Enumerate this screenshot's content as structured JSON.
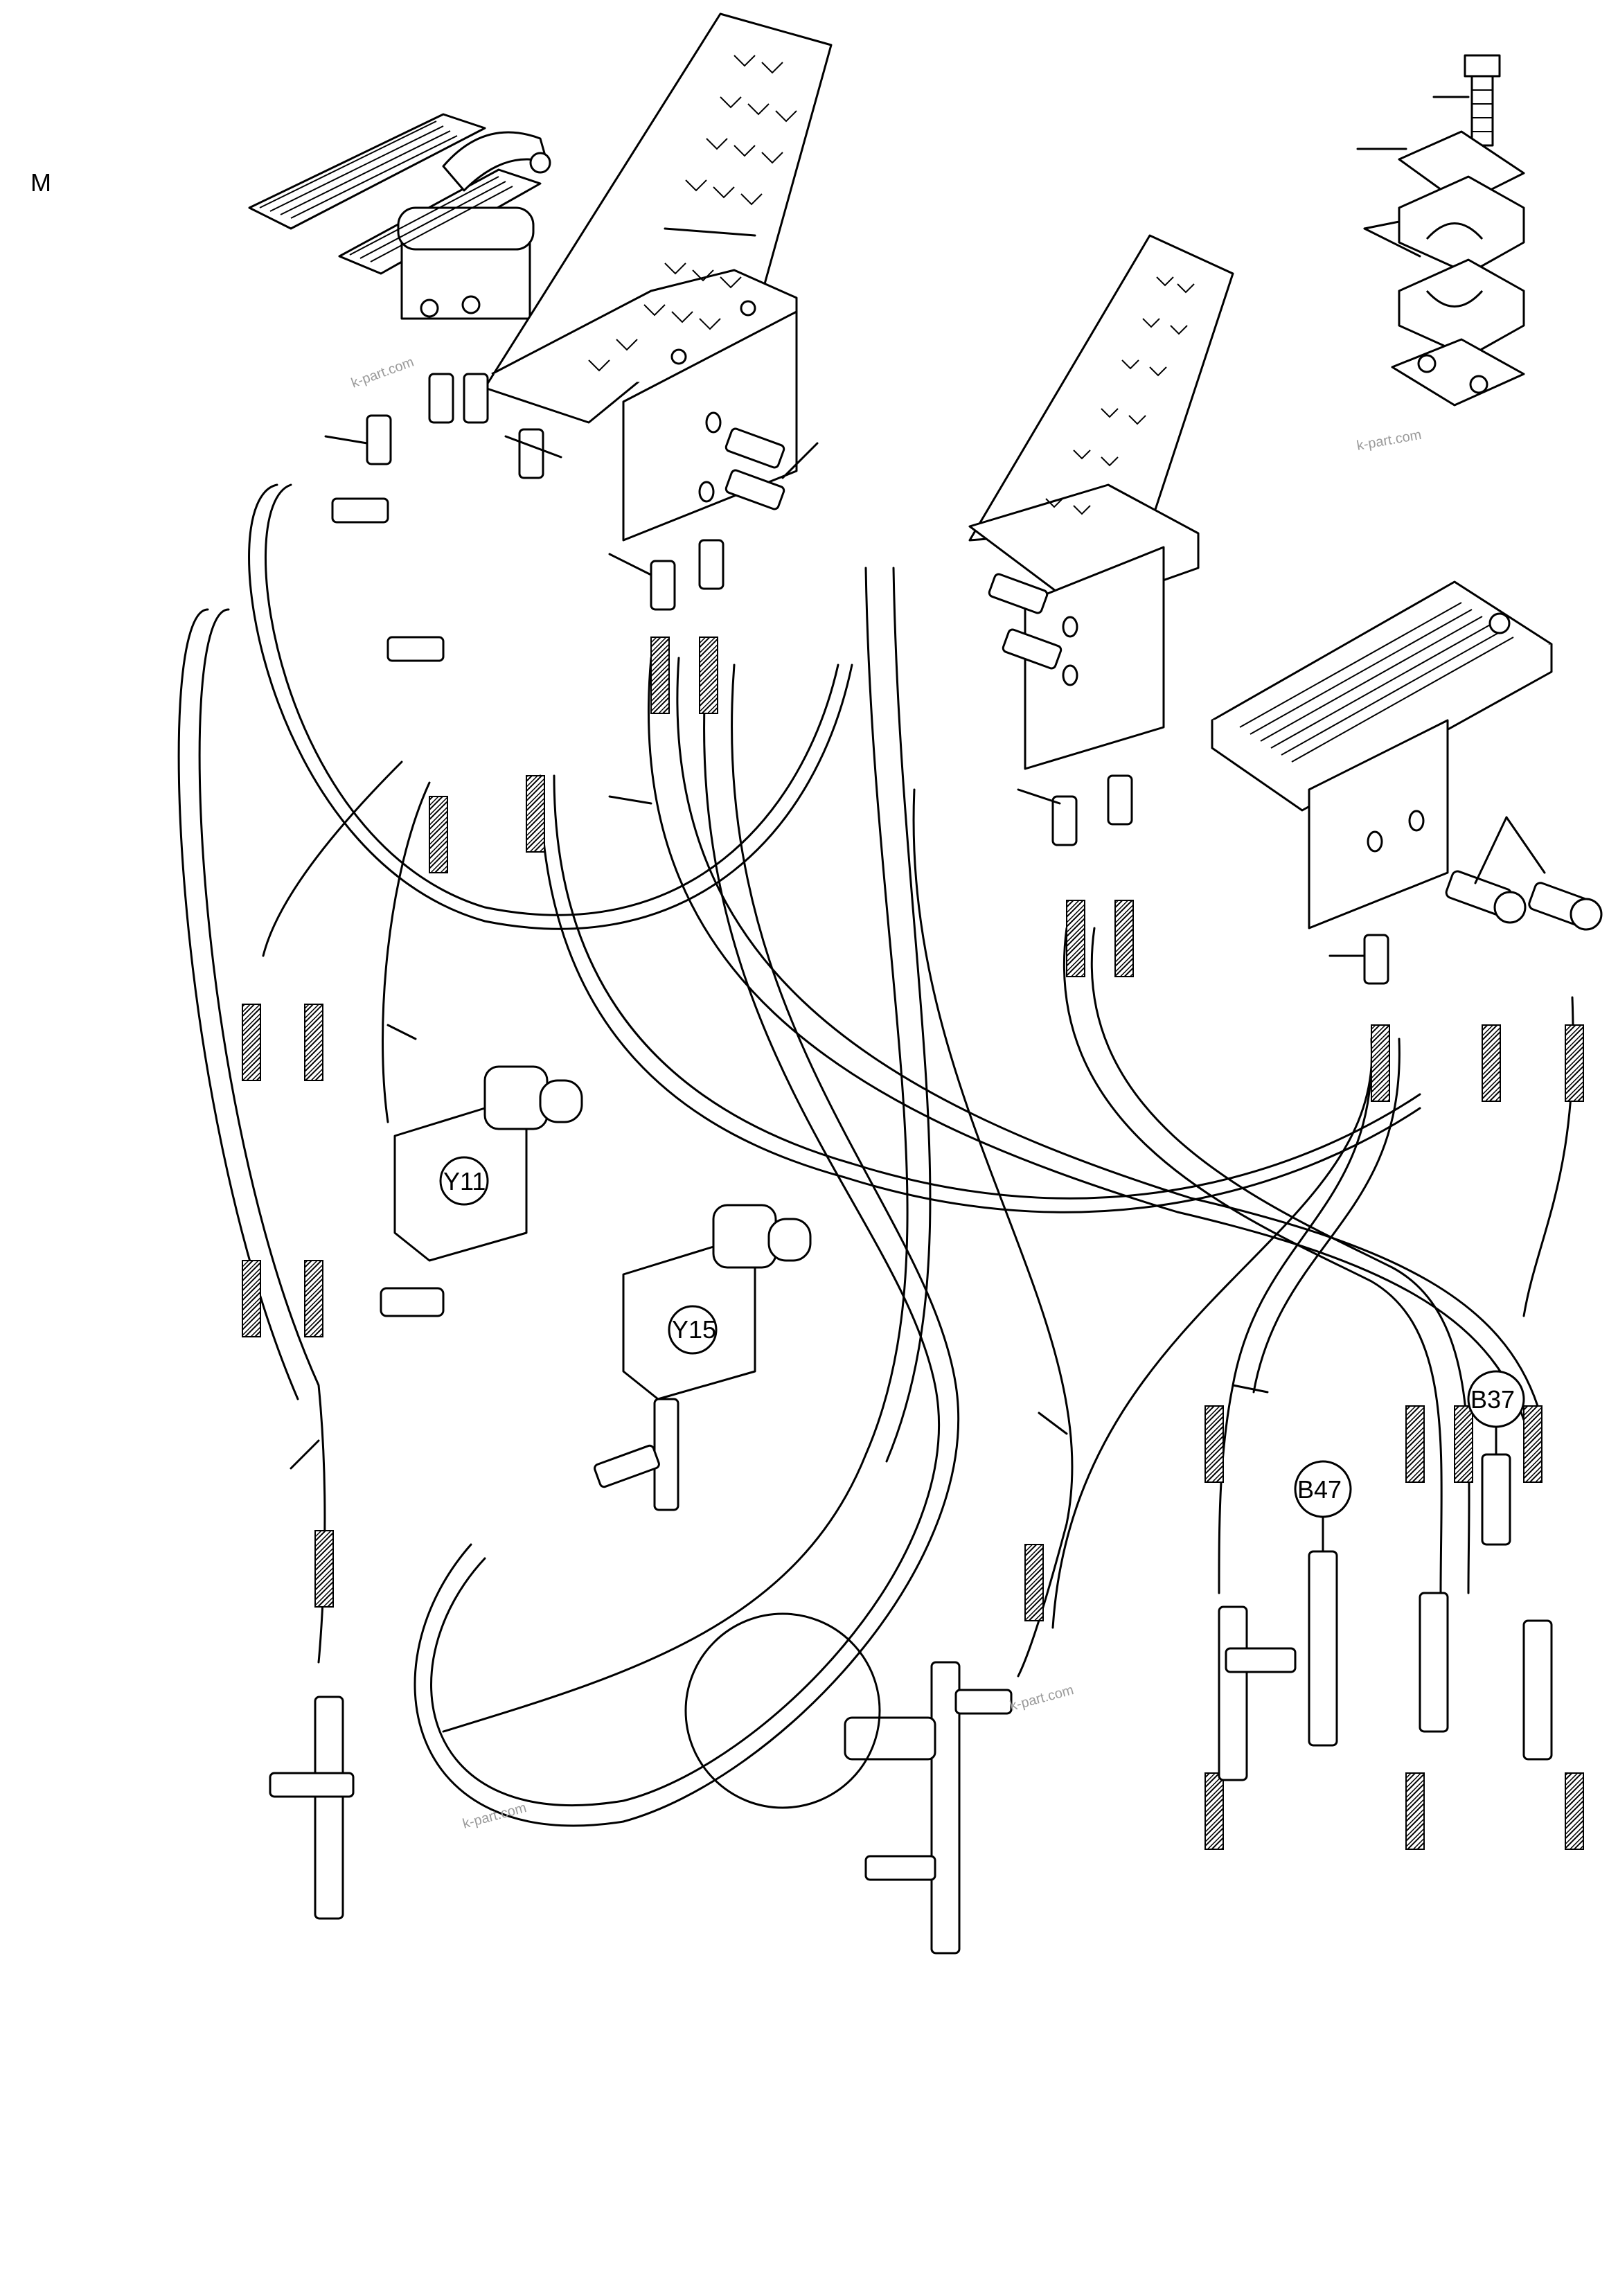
{
  "page": {
    "section_letter": "M"
  },
  "callouts": {
    "y11": "Y11",
    "y15": "Y15",
    "b37": "B37",
    "b47": "B47"
  },
  "watermarks": [
    "k-part.com",
    "k-part.com",
    "k-part.com",
    "k-part.com"
  ],
  "colors": {
    "line": "#000000",
    "background": "#ffffff",
    "watermark": "#9a9a9a"
  }
}
